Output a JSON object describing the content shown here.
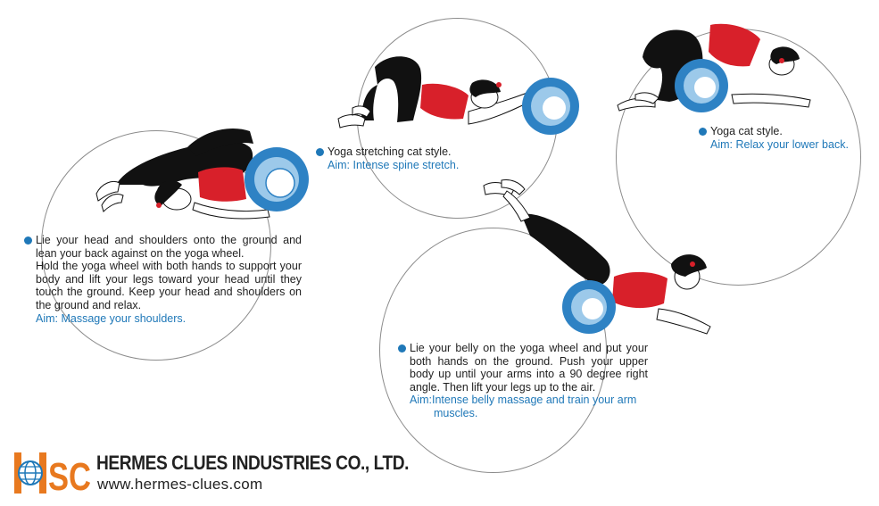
{
  "colors": {
    "accent_blue": "#1f78b8",
    "wheel_blue": "#2e82c4",
    "wheel_inner": "#9cc9ea",
    "top_red": "#d8202a",
    "pants_black": "#111111",
    "circle_gray": "#8c8c8c",
    "logo_orange": "#e8791f"
  },
  "poses": {
    "shoulder_stand": {
      "lines": [
        "Lie your head and shoulders onto the ground and",
        "lean your back against on the yoga wheel.",
        "Hold the yoga wheel with both hands to support your",
        "body and lift your legs toward your head until they",
        "touch the ground. Keep your head and shoulders on",
        "the ground and relax."
      ],
      "aim": "Aim: Massage your shoulders."
    },
    "stretching_cat": {
      "lines": [
        "Yoga stretching cat style."
      ],
      "aim": "Aim: Intense spine stretch."
    },
    "cat": {
      "lines": [
        "Yoga cat style."
      ],
      "aim": "Aim: Relax your lower back."
    },
    "belly": {
      "lines": [
        "Lie your belly on the yoga wheel and put your",
        "both hands on the ground. Push your upper",
        "body up until your arms into a 90 degree right",
        "angle. Then lift your legs up to the air."
      ],
      "aim_label": "Aim:",
      "aim_lines": [
        "Intense belly massage and train your arm",
        "muscles."
      ]
    }
  },
  "company": {
    "logo_text": "SC",
    "name": "HERMES CLUES INDUSTRIES CO., LTD.",
    "url": "www.hermes-clues.com"
  },
  "icons": {
    "bullet": "bullet-dot-icon",
    "logo_globe": "globe-icon"
  }
}
